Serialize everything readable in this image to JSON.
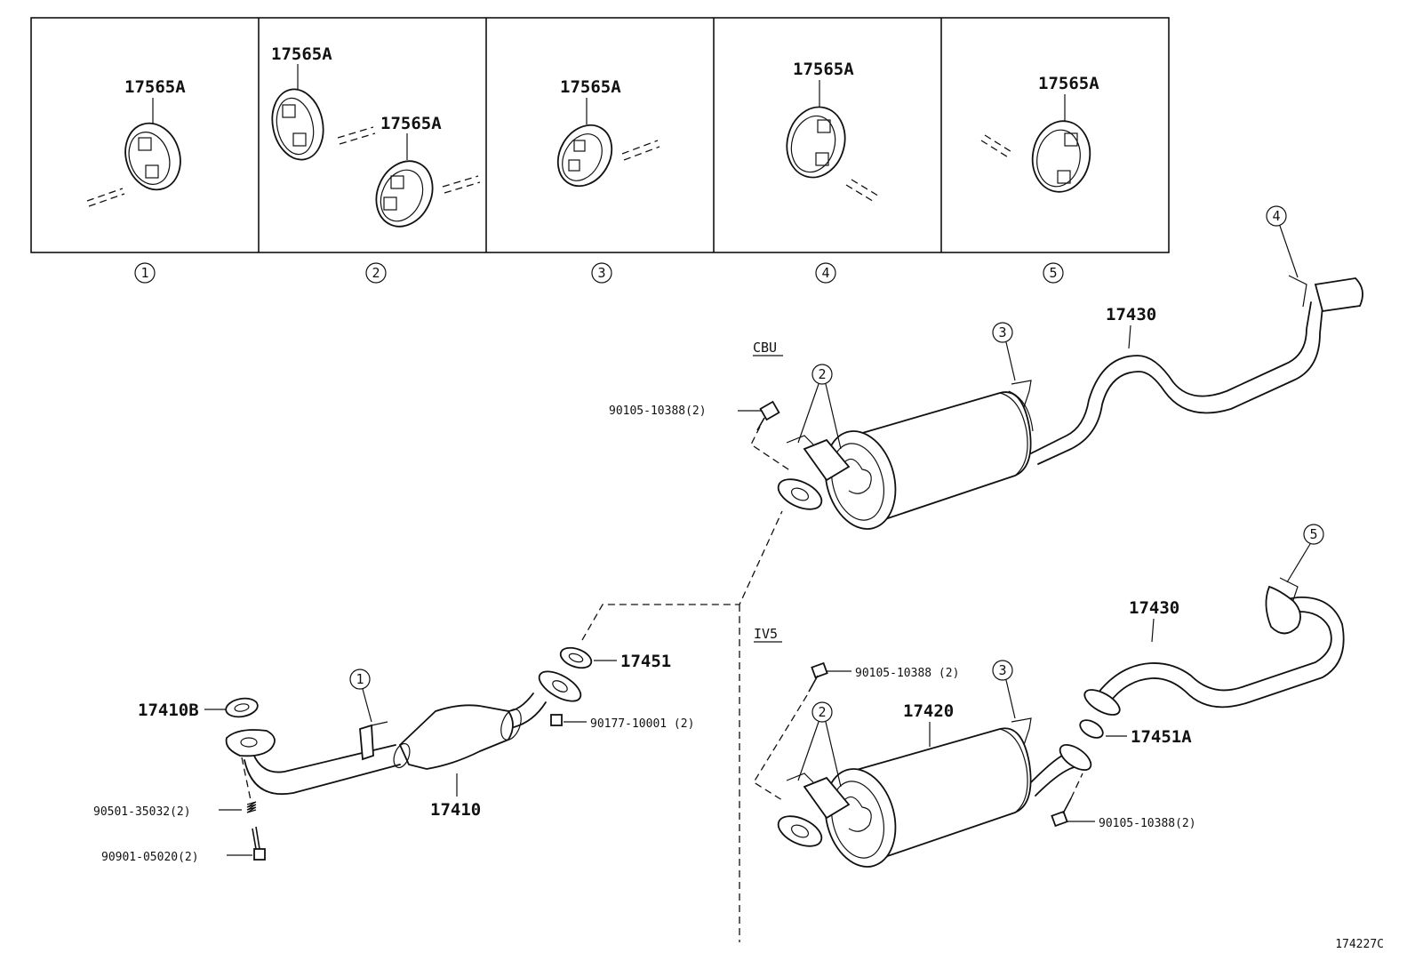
{
  "panels": [
    {
      "index": "1",
      "labels": [
        "17565A"
      ]
    },
    {
      "index": "2",
      "labels": [
        "17565A",
        "17565A"
      ]
    },
    {
      "index": "3",
      "labels": [
        "17565A"
      ]
    },
    {
      "index": "4",
      "labels": [
        "17565A"
      ]
    },
    {
      "index": "5",
      "labels": [
        "17565A"
      ]
    }
  ],
  "sections": {
    "cbu": "CBU",
    "iv5": "IV5"
  },
  "callouts": {
    "c1": "1",
    "c2": "2",
    "c3": "3",
    "c4": "4",
    "c5": "5"
  },
  "parts": {
    "tailpipe_cbu": "17430",
    "tailpipe_iv5": "17430",
    "muffler": "17420",
    "front_pipe": "17410",
    "gasket_17451": "17451",
    "gasket_17451a": "17451A",
    "gasket_17410b": "17410B",
    "bolt_cbu": "90105-10388(2)",
    "bolt_iv5_upper": "90105-10388 (2)",
    "bolt_iv5_lower": "90105-10388(2)",
    "nut_90177": "90177-10001 (2)",
    "spring_90501": "90501-35032(2)",
    "bolt_90901": "90901-05020(2)"
  },
  "diagram_id": "174227C"
}
